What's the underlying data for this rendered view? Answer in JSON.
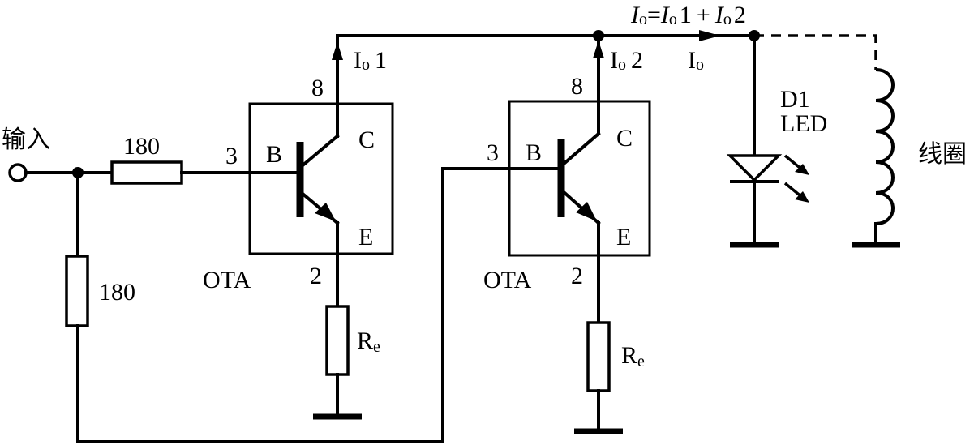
{
  "labels": {
    "input": "输入",
    "r_input": "180",
    "r_shunt": "180",
    "coil": "线圈",
    "d1": "D1",
    "led": "LED",
    "ota1": "OTA",
    "ota2": "OTA",
    "pin_base_1": "3",
    "pin_base_2": "3",
    "pin_collector_1": "8",
    "pin_collector_2": "8",
    "pin_emitter_1": "2",
    "pin_emitter_2": "2",
    "b1": "B",
    "c1": "C",
    "e1": "E",
    "b2": "B",
    "c2": "C",
    "e2": "E",
    "re_main": "R",
    "re_sub": "e",
    "io_main": "I",
    "io_sub": "o",
    "io1_num": "1",
    "io2_num": "2",
    "eq_eq": "=",
    "eq_plus": "+"
  }
}
